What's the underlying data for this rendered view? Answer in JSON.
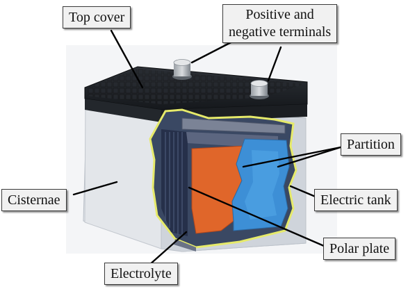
{
  "labels": {
    "top_cover": "Top cover",
    "terminals_line1": "Positive and",
    "terminals_line2": "negative terminals",
    "partition": "Partition",
    "cisternae": "Cisternae",
    "electric_tank": "Electric tank",
    "polar_plate": "Polar plate",
    "electrolyte": "Electrolyte"
  },
  "colors": {
    "top_cover": "#1e2126",
    "tank_body": "#d9dde3",
    "cutaway_outline": "#e6ea6a",
    "plate_stack": "#2a3550",
    "orange_plate": "#e0662a",
    "blue_partition": "#3d8fd6",
    "label_bg": "#f1f1f1"
  }
}
